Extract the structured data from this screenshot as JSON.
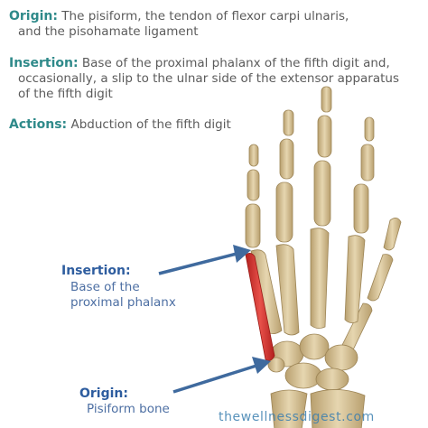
{
  "header": {
    "origin_label": "Origin:",
    "origin_text_1": "The pisiform, the tendon of flexor carpi ulnaris,",
    "origin_text_2": "and the pisohamate ligament",
    "insertion_label": "Insertion:",
    "insertion_text_1": "Base of the proximal phalanx of the fifth digit and,",
    "insertion_text_2": "occasionally, a slip to the ulnar side of the extensor apparatus",
    "insertion_text_3": "of the fifth digit",
    "actions_label": "Actions:",
    "actions_text": "Abduction of the fifth digit"
  },
  "callouts": {
    "insertion_label": "Insertion:",
    "insertion_line_1": "Base of the",
    "insertion_line_2": "proximal phalanx",
    "origin_label": "Origin:",
    "origin_line_1": "Pisiform bone"
  },
  "watermark": "thewellnessdigest.com",
  "colors": {
    "label_green": "#2f8a8a",
    "label_blue": "#2e5d9f",
    "arrow": "#3f6a9e",
    "bone": "#d8c49a",
    "muscle": "#d8332e"
  }
}
